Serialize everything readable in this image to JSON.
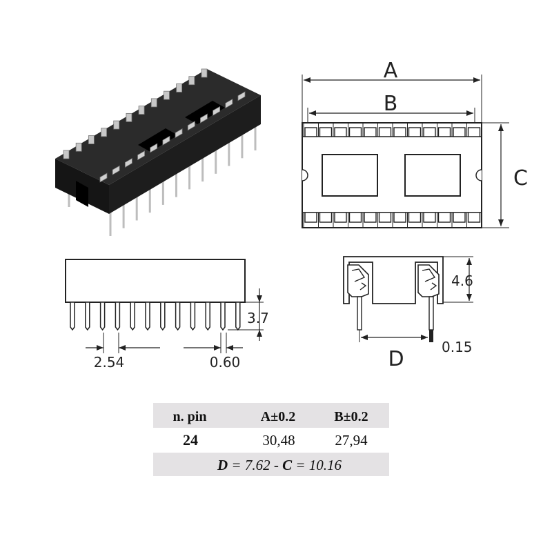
{
  "drawing": {
    "top_view": {
      "label_a": "A",
      "label_b": "B",
      "label_c": "C"
    },
    "side_view": {
      "height_label": "3.7",
      "pitch_label": "2.54",
      "pin_width_label": "0.60"
    },
    "end_view": {
      "height_label": "4.6",
      "row_label": "D",
      "thickness_label": "0.15"
    }
  },
  "table": {
    "headers": [
      "n. pin",
      "A±0.2",
      "B±0.2"
    ],
    "row": [
      "24",
      "30,48",
      "27,94"
    ],
    "note": {
      "d_letter": "D",
      "d_part": " = 7.62 - ",
      "c_letter": "C",
      "c_part": " = 10.16"
    }
  }
}
